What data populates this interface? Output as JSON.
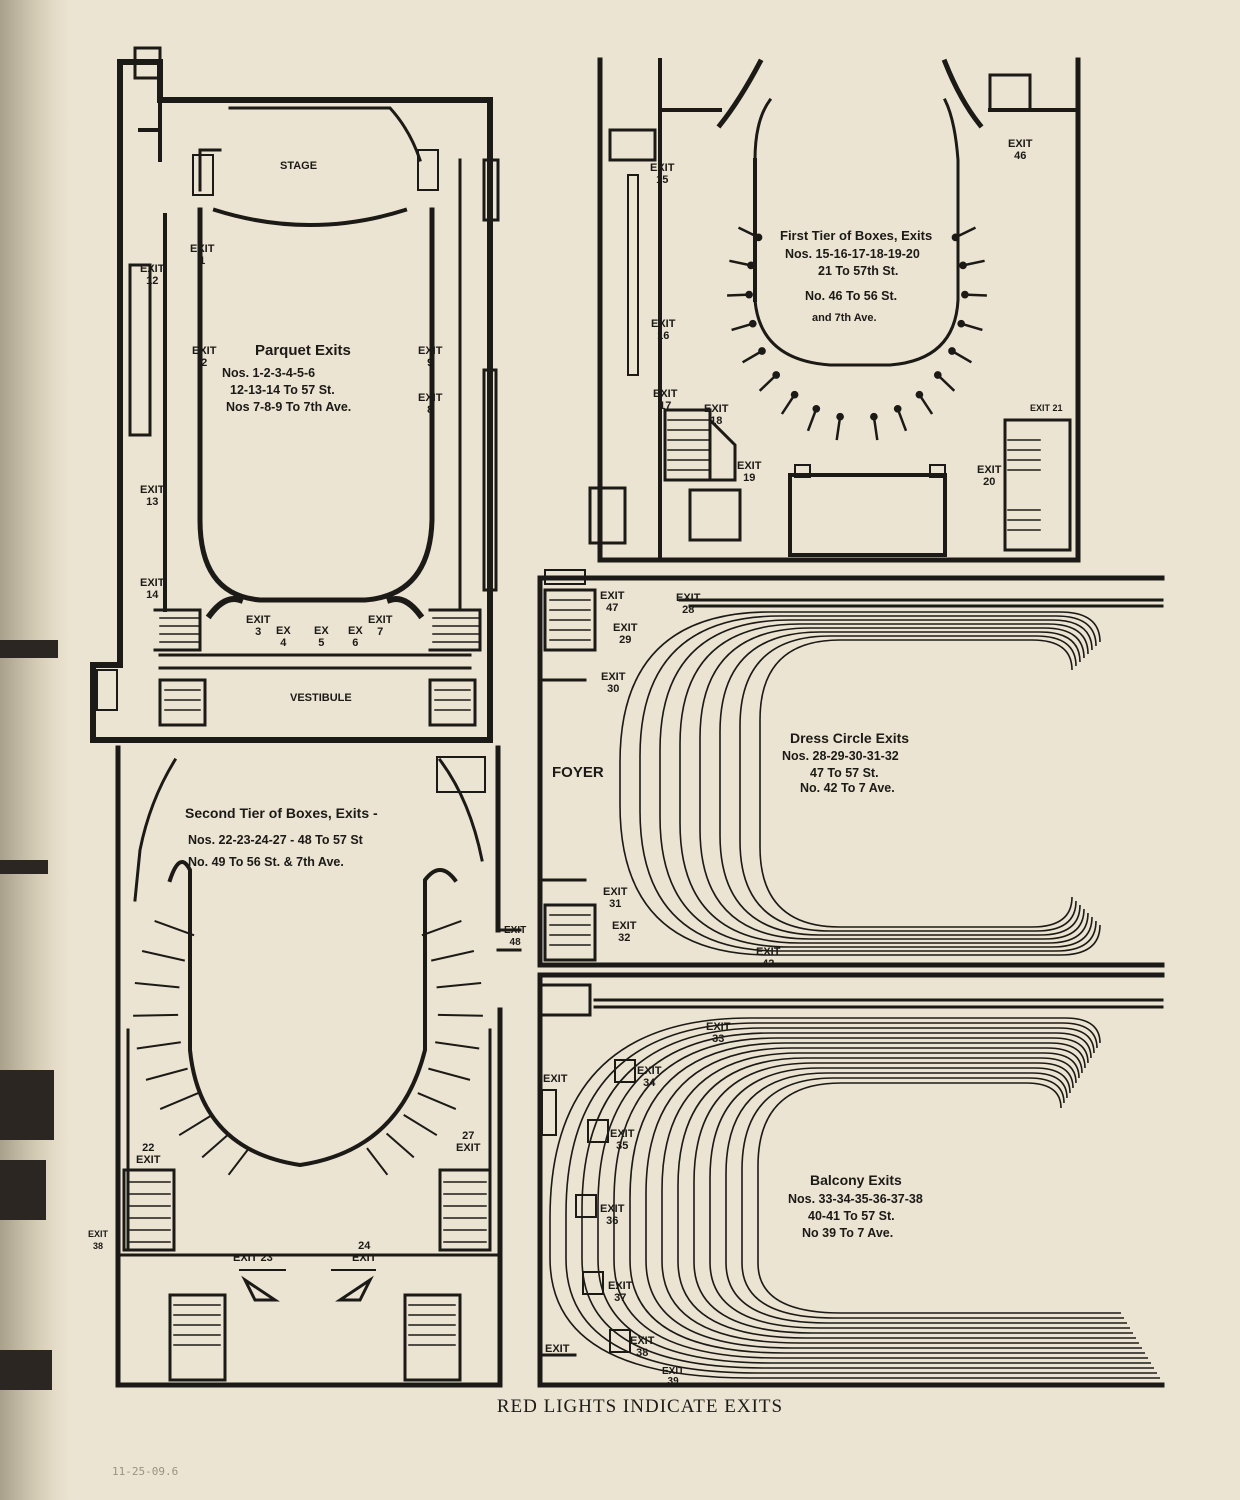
{
  "parquet": {
    "stage": "STAGE",
    "vestibule": "VESTIBULE",
    "title": "Parquet Exits",
    "lines": [
      "Nos. 1-2-3-4-5-6",
      "12-13-14 To 57 St.",
      "Nos 7-8-9 To 7th Ave."
    ],
    "exits": [
      {
        "label": "EXIT",
        "num": "1"
      },
      {
        "label": "EXIT",
        "num": "2"
      },
      {
        "label": "EXIT",
        "num": "3"
      },
      {
        "label": "EX",
        "num": "4"
      },
      {
        "label": "EX",
        "num": "5"
      },
      {
        "label": "EX",
        "num": "6"
      },
      {
        "label": "EXIT",
        "num": "7"
      },
      {
        "label": "EXIT",
        "num": "8"
      },
      {
        "label": "EXIT",
        "num": "9"
      },
      {
        "label": "EXIT",
        "num": "12"
      },
      {
        "label": "EXIT",
        "num": "13"
      },
      {
        "label": "EXIT",
        "num": "14"
      }
    ]
  },
  "first_tier": {
    "title": "First Tier of Boxes, Exits",
    "lines": [
      "Nos. 15-16-17-18-19-20",
      "21 To 57th St.",
      "No. 46 To 56 St.",
      "and 7th Ave."
    ],
    "exits": [
      {
        "label": "EXIT",
        "num": "15"
      },
      {
        "label": "EXIT",
        "num": "16"
      },
      {
        "label": "EXIT",
        "num": "17"
      },
      {
        "label": "EXIT",
        "num": "18"
      },
      {
        "label": "EXIT",
        "num": "19"
      },
      {
        "label": "EXIT",
        "num": "20"
      },
      {
        "label": "EXIT",
        "num": "21"
      },
      {
        "label": "EXIT",
        "num": "46"
      }
    ]
  },
  "second_tier": {
    "title": "Second Tier of Boxes, Exits -",
    "lines": [
      "Nos. 22-23-24-27 - 48 To 57 St",
      "No. 49 To 56 St. & 7th Ave."
    ],
    "exits": [
      {
        "label": "EXIT",
        "num": "22"
      },
      {
        "label": "EXIT",
        "num": "23"
      },
      {
        "label": "EXIT",
        "num": "24"
      },
      {
        "label": "EXIT",
        "num": "27"
      },
      {
        "label": "EXIT",
        "num": "48"
      },
      {
        "label": "EXIT",
        "num": "38"
      }
    ]
  },
  "dress_circle": {
    "foyer": "FOYER",
    "title": "Dress Circle Exits",
    "lines": [
      "Nos. 28-29-30-31-32",
      "47 To 57 St.",
      "No. 42 To 7 Ave."
    ],
    "exits": [
      {
        "label": "EXIT",
        "num": "47"
      },
      {
        "label": "EXIT",
        "num": "28"
      },
      {
        "label": "EXIT",
        "num": "29"
      },
      {
        "label": "EXIT",
        "num": "30"
      },
      {
        "label": "EXIT",
        "num": "31"
      },
      {
        "label": "EXIT",
        "num": "32"
      },
      {
        "label": "EXIT",
        "num": "42"
      }
    ]
  },
  "balcony": {
    "title": "Balcony Exits",
    "lines": [
      "Nos. 33-34-35-36-37-38",
      "40-41 To 57 St.",
      "No 39 To 7 Ave."
    ],
    "exits": [
      {
        "label": "EXIT",
        "num": "33"
      },
      {
        "label": "EXIT",
        "num": "34"
      },
      {
        "label": "EXIT",
        "num": "35"
      },
      {
        "label": "EXIT",
        "num": "36"
      },
      {
        "label": "EXIT",
        "num": "37"
      },
      {
        "label": "EXIT",
        "num": "38"
      },
      {
        "label": "EXIT",
        "num": "39"
      },
      {
        "label": "EXIT",
        "num": ""
      },
      {
        "label": "EXIT",
        "num": ""
      }
    ]
  },
  "footer": "RED LIGHTS INDICATE EXITS",
  "handwritten_note": "11-25-09.6",
  "colors": {
    "paper": "#ebe4d2",
    "ink": "#1c1a17"
  }
}
